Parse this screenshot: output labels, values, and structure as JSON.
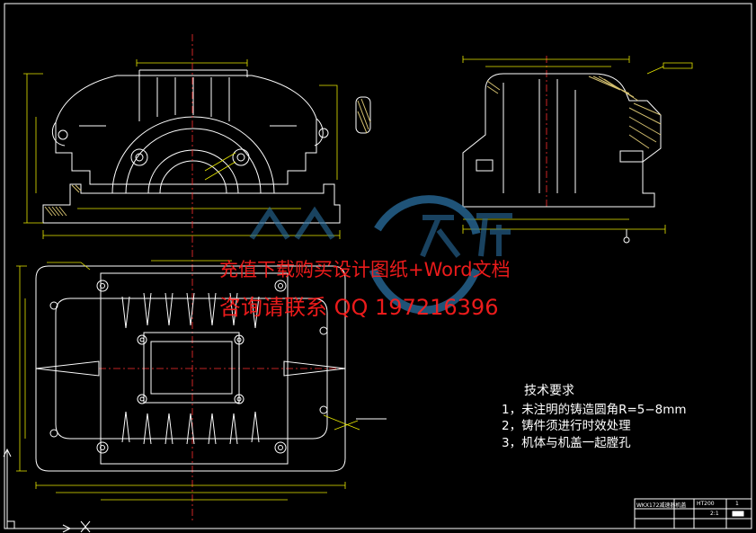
{
  "drawing": {
    "background": "#000000",
    "line_color": "#ffffff",
    "dim_color": "#e8e800",
    "center_line_color": "#ff3030",
    "section_hatch_color": "#d4c070"
  },
  "tech_requirements": {
    "title": "技术要求",
    "items": [
      "1，未注明的铸造圆角R=5−8mm",
      "2，铸件须进行时效处理",
      "3，机体与机盖一起膛孔"
    ]
  },
  "watermark": {
    "line1": "充值下载购买设计图纸+Word文档",
    "line2": "咨询请联系  QQ 197216396",
    "color": "#ff1e1e",
    "logo_text": "人人文库"
  },
  "title_block": {
    "drawing_name": "WKX172减速器机盖",
    "material": "HT200",
    "scale": "2:1",
    "sheet": "1"
  }
}
